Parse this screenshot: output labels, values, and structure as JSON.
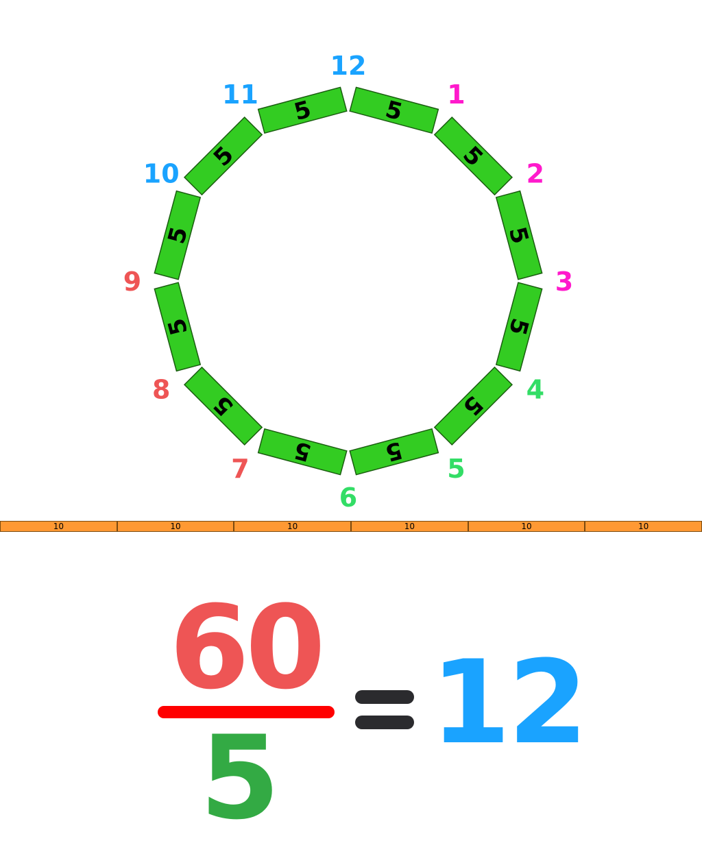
{
  "segment_value": "5",
  "segment_count": 12,
  "clock_numbers": [
    {
      "label": "12",
      "color": "#1aa3ff"
    },
    {
      "label": "1",
      "color": "#ff1acc"
    },
    {
      "label": "2",
      "color": "#ff1acc"
    },
    {
      "label": "3",
      "color": "#ff1acc"
    },
    {
      "label": "4",
      "color": "#33dd66"
    },
    {
      "label": "5",
      "color": "#33dd66"
    },
    {
      "label": "6",
      "color": "#33dd66"
    },
    {
      "label": "7",
      "color": "#ee5555"
    },
    {
      "label": "8",
      "color": "#ee5555"
    },
    {
      "label": "9",
      "color": "#ee5555"
    },
    {
      "label": "10",
      "color": "#1aa3ff"
    },
    {
      "label": "11",
      "color": "#1aa3ff"
    }
  ],
  "colors": {
    "segment_fill": "#33cc22",
    "bar_fill": "#ff9933",
    "numerator": "#ee5555",
    "fraction_line": "#ff0000",
    "denominator": "#33aa44",
    "equals": "#2b2b2e",
    "result": "#1aa3ff"
  },
  "bar_segments": [
    "10",
    "10",
    "10",
    "10",
    "10",
    "10"
  ],
  "equation": {
    "numerator": "60",
    "denominator": "5",
    "equals": "=",
    "result": "12"
  }
}
